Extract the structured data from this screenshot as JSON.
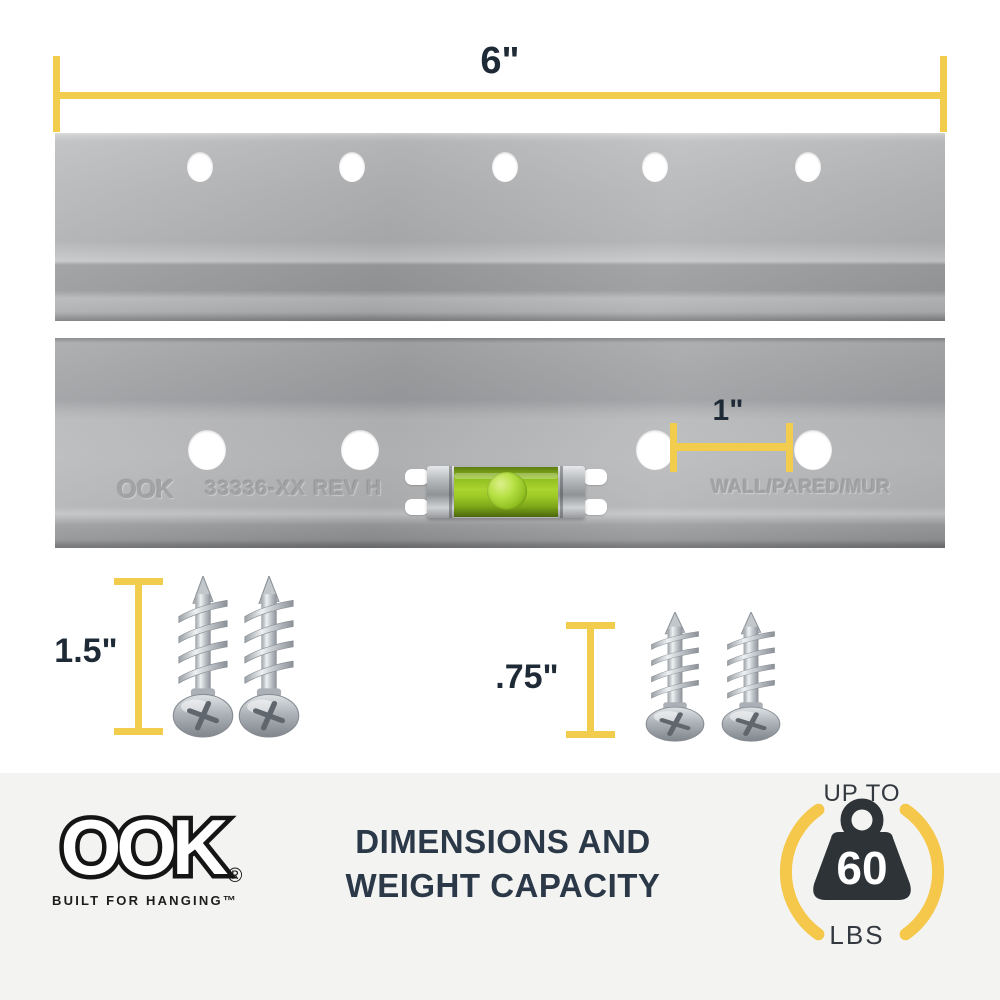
{
  "product_diagram": {
    "dimension_labels": {
      "rail_width": "6\"",
      "hole_spacing": "1\"",
      "large_screw_length": "1.5\"",
      "small_screw_length": ".75\""
    },
    "rail_embossing": {
      "brand": "OOK",
      "part_number": "33336-XX REV H",
      "wall_text": "WALL/PARED/MUR"
    }
  },
  "footer": {
    "logo_text": "OOK",
    "logo_registered": "®",
    "logo_tagline": "BUILT FOR HANGING™",
    "title_line1": "DIMENSIONS AND",
    "title_line2": "WEIGHT CAPACITY",
    "weight_capacity": {
      "prefix": "UP TO",
      "value": "60",
      "unit": "LBS"
    }
  },
  "colors": {
    "accent_yellow": "#F2CC4D",
    "dark_navy_text": "#1F2A37",
    "footer_band": "#F3F3F2",
    "weight_icon_dark": "#2E3338",
    "level_vial_green": "#9CC826",
    "rail_gray": "#B3B4B6"
  }
}
